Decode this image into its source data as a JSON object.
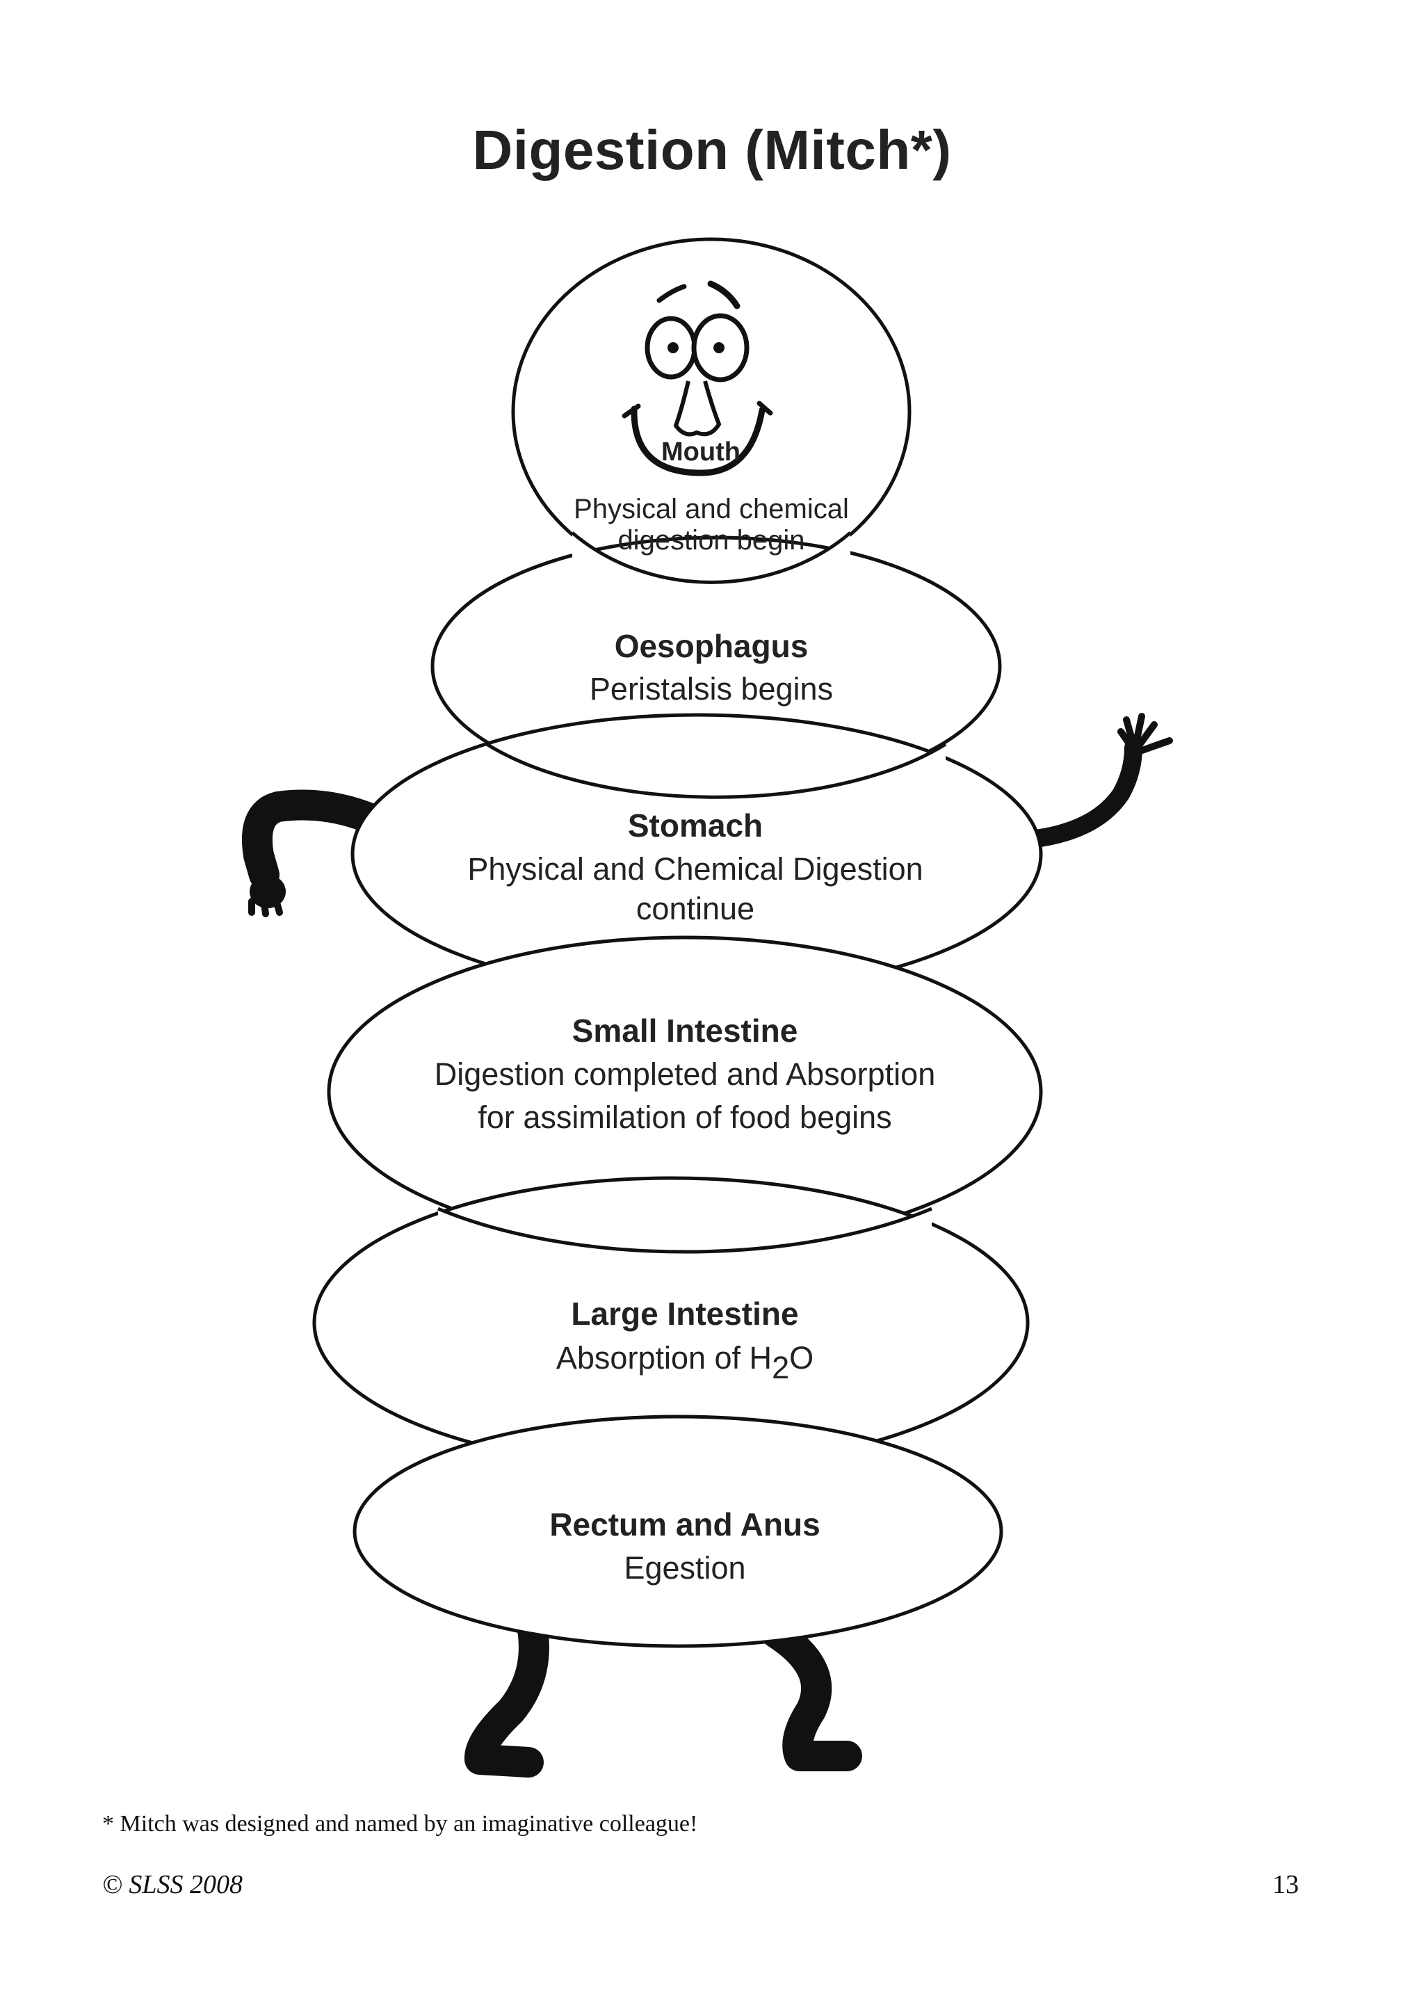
{
  "title": "Digestion  (Mitch*)",
  "organs": {
    "mouth": {
      "name": "Mouth",
      "desc_line1": "Physical and chemical",
      "desc_line2": "digestion begin"
    },
    "oesophagus": {
      "name": "Oesophagus",
      "desc_line1": "Peristalsis begins"
    },
    "stomach": {
      "name": "Stomach",
      "desc_line1": "Physical and Chemical Digestion",
      "desc_line2": "continue"
    },
    "small_intestine": {
      "name": "Small Intestine",
      "desc_line1": "Digestion completed and Absorption",
      "desc_line2": "for assimilation of food begins"
    },
    "large_intestine": {
      "name": "Large Intestine",
      "desc_prefix": "Absorption of H",
      "desc_subscript": "2",
      "desc_suffix": "O"
    },
    "rectum_anus": {
      "name": "Rectum and Anus",
      "desc_line1": "Egestion"
    }
  },
  "footnote": "* Mitch was designed and named by an imaginative colleague!",
  "copyright": "© SLSS 2008",
  "page_number": "13",
  "colors": {
    "ink": "#111111",
    "text": "#222222",
    "background": "#ffffff"
  }
}
